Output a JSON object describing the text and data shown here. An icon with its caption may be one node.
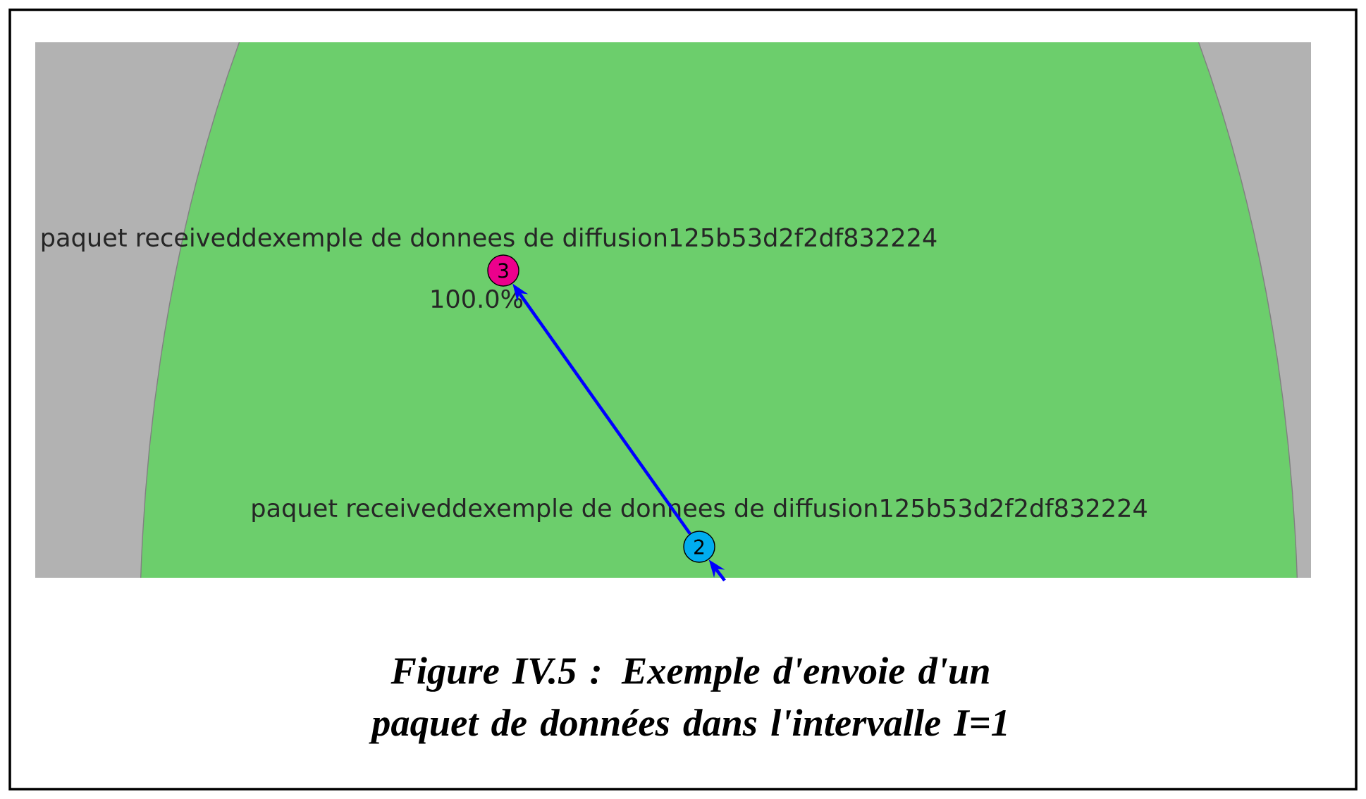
{
  "diagram": {
    "caption": "Figure IV.5  : Exemple  d'envoie d'un paquet de données dans l'intervalle I=1",
    "nodes": [
      {
        "text": [
          "3"
        ],
        "beside": [
          "paquet receiveddexemple de donnees de diffusion125b53d2f2df832224",
          "100.0%"
        ]
      },
      {
        "text": [
          "2"
        ],
        "beside": [
          "paquet receiveddexemple de donnees de diffusion125b53d2f2df832224"
        ]
      }
    ],
    "edges": [
      {
        "from": 1,
        "to": 0,
        "arrow": "to"
      },
      {
        "from": null,
        "to": 1,
        "arrow": "to"
      }
    ]
  }
}
